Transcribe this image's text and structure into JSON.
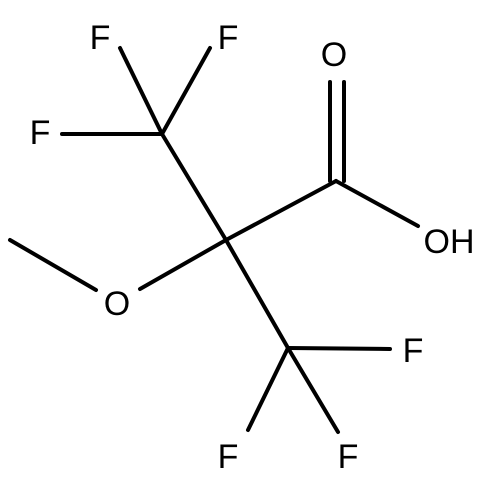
{
  "atoms": {
    "f_top_left": "F",
    "f_top_right": "F",
    "f_left": "F",
    "o_carbonyl": "O",
    "oh": "OH",
    "o_methoxy": "O",
    "f_bottom_right": "F",
    "f_bottom_left": "F",
    "f_bottom_far_right": "F"
  }
}
